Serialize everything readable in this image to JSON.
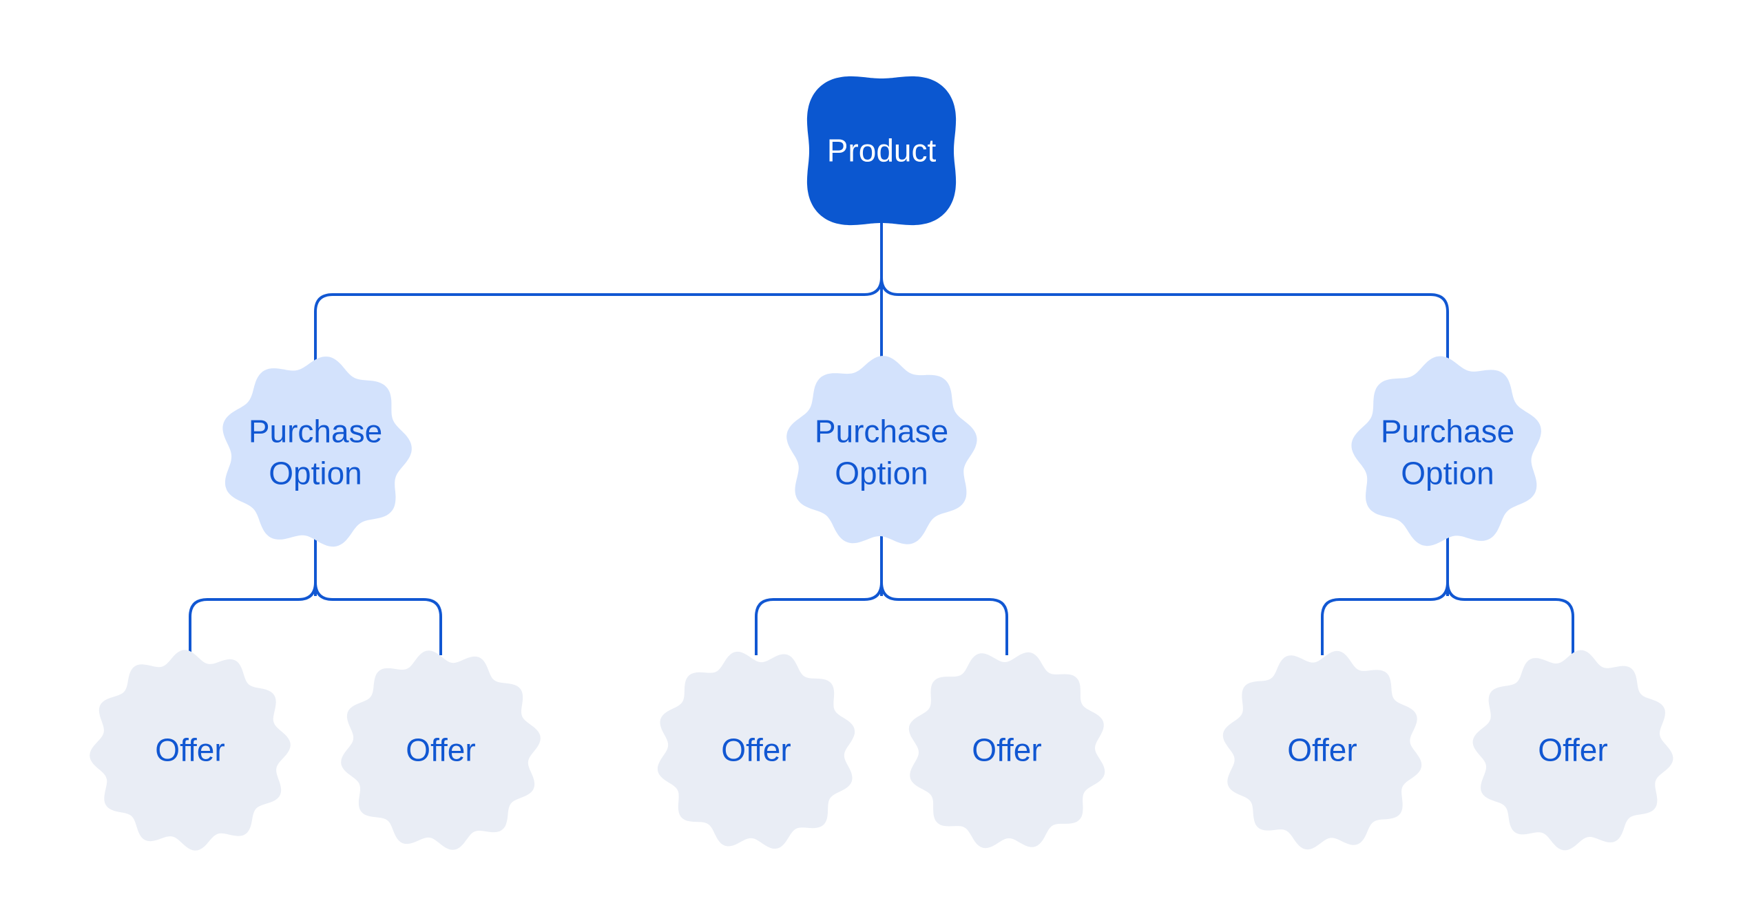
{
  "diagram": {
    "root": {
      "label": "Product"
    },
    "purchase_options": [
      {
        "label": "Purchase Option",
        "offers": [
          {
            "label": "Offer"
          },
          {
            "label": "Offer"
          }
        ]
      },
      {
        "label": "Purchase Option",
        "offers": [
          {
            "label": "Offer"
          },
          {
            "label": "Offer"
          }
        ]
      },
      {
        "label": "Purchase Option",
        "offers": [
          {
            "label": "Offer"
          },
          {
            "label": "Offer"
          }
        ]
      }
    ]
  },
  "colors": {
    "background": "#FFFFFF",
    "root_fill": "#0B57D0",
    "root_text": "#FFFFFF",
    "purchase_option_fill": "#D3E2FC",
    "offer_fill": "#E9EDF5",
    "node_text": "#1157D2",
    "connector": "#1157D2"
  }
}
